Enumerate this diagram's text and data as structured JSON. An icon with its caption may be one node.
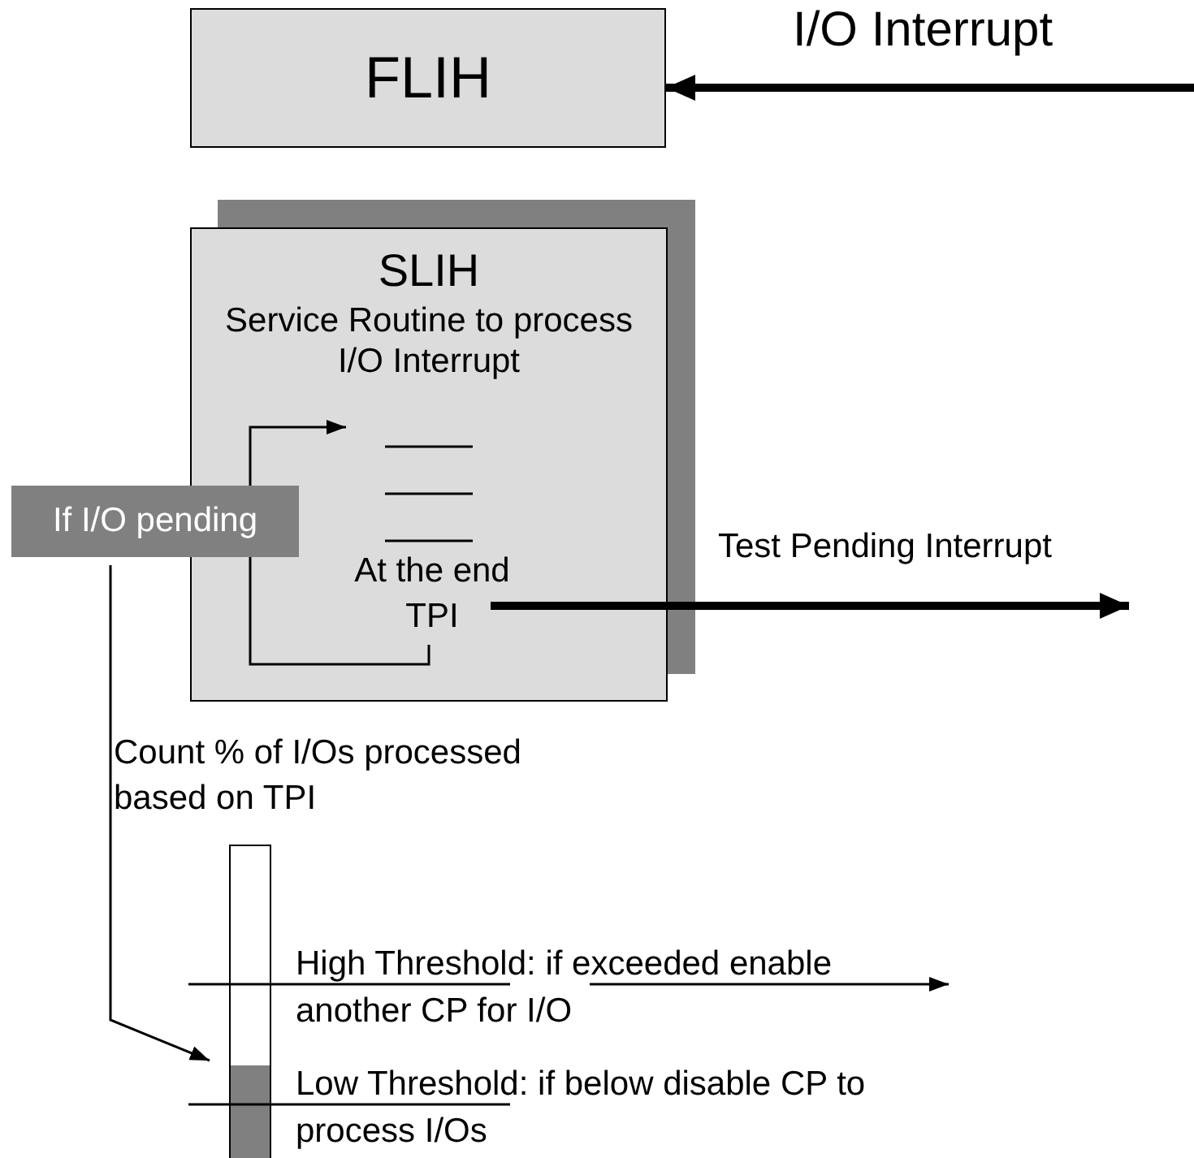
{
  "diagram": {
    "nodes": [
      {
        "text": [
          "FLIH"
        ]
      },
      {
        "text": [
          "SLIH",
          "Service Routine to process I/O Interrupt"
        ]
      },
      {
        "text": [
          "At the end TPI"
        ],
        "in": 1
      },
      {
        "text": [
          "If I/O pending"
        ]
      },
      {
        "text": [],
        "shape": "bar",
        "beside": [
          "Count % of I/Os processed based on TPI"
        ]
      }
    ],
    "edges": [
      {
        "from": null,
        "to": 0,
        "arrow": "to",
        "label": "I/O Interrupt",
        "style": "thick"
      },
      {
        "from": 2,
        "to": null,
        "arrow": "to"
      },
      {
        "from": 2,
        "to": null,
        "arrow": "to",
        "label": "Test Pending Interrupt",
        "style": "thick"
      },
      {
        "from": 3,
        "to": 4,
        "arrow": "to"
      }
    ],
    "labels": [
      "High Threshold: if exceeded enable another CP for I/O",
      "Low Threshold: if below disable CP to process I/Os"
    ]
  }
}
